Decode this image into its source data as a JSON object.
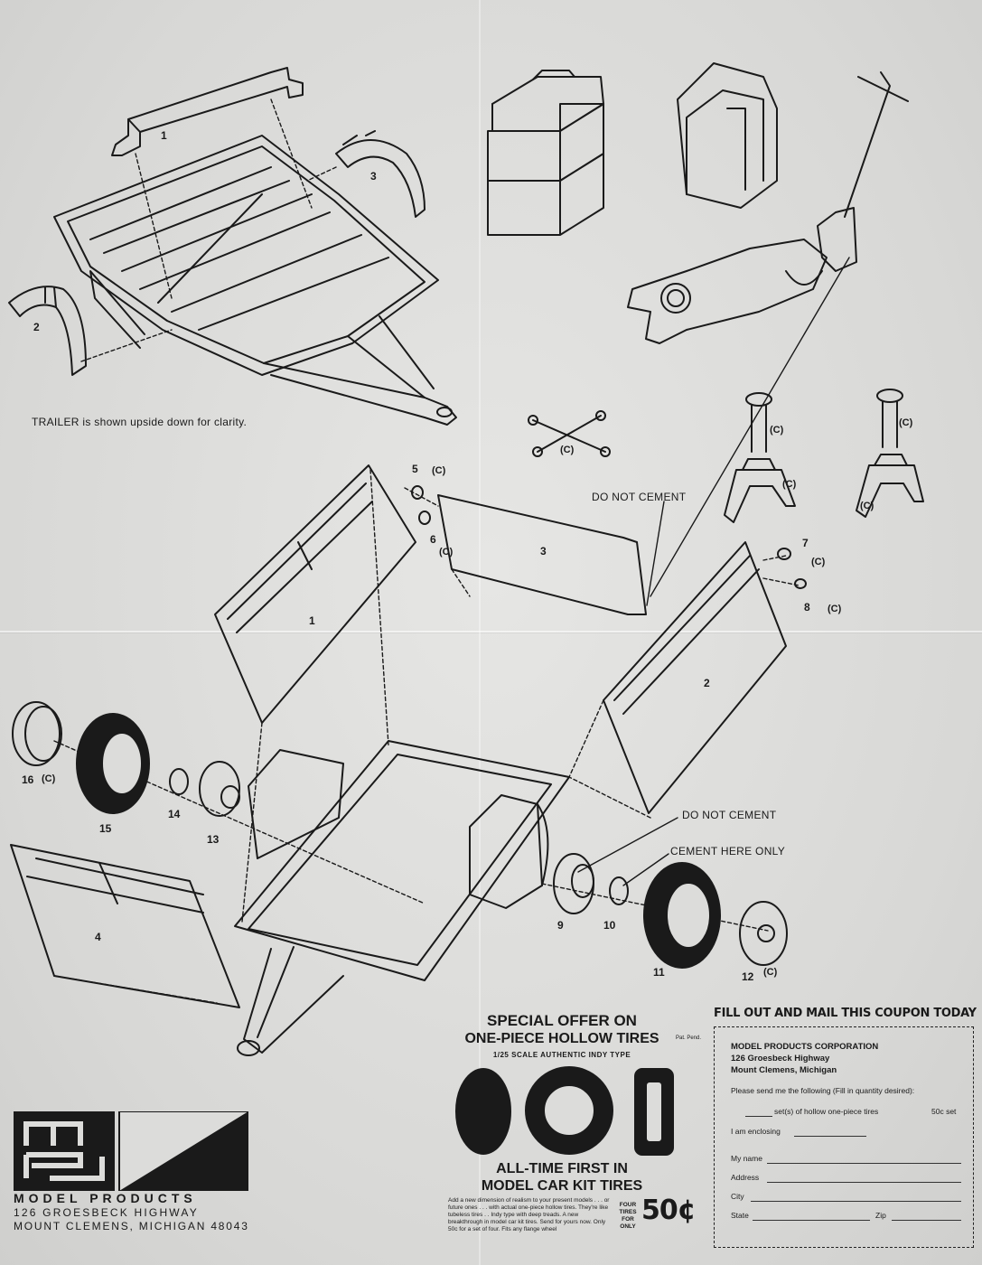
{
  "top_note": "TRAILER is shown upside down for clarity.",
  "callouts": {
    "do_not_cement_1": "DO NOT CEMENT",
    "do_not_cement_2": "DO NOT CEMENT",
    "cement_here_only": "CEMENT HERE ONLY"
  },
  "part_numbers": {
    "top_1": "1",
    "top_2": "2",
    "top_3": "3",
    "p1": "1",
    "p2": "2",
    "p3": "3",
    "p4": "4",
    "p5": "5",
    "p6": "6",
    "p7": "7",
    "p8": "8",
    "p9": "9",
    "p10": "10",
    "p11": "11",
    "p12": "12",
    "p13": "13",
    "p14": "14",
    "p15": "15",
    "p16": "16"
  },
  "chrome_tag": "(C)",
  "offer": {
    "title_line1": "SPECIAL OFFER ON",
    "title_line2": "ONE-PIECE HOLLOW TIRES",
    "pat_pend": "Pat. Pend.",
    "subtitle": "1/25 SCALE AUTHENTIC INDY TYPE",
    "first_line1": "ALL-TIME FIRST IN",
    "first_line2": "MODEL CAR KIT TIRES",
    "body": "Add a new dimension of realism to your present models . . . or future ones . . . with actual one-piece hollow tires. They're like tubeless tires . . Indy type with deep treads. A new breakthrough in model car kit tires. Send for yours now. Only 50c for a set of four. Fits any flange wheel",
    "four_tires": "FOUR TIRES FOR ONLY",
    "price": "50¢"
  },
  "coupon": {
    "heading": "FILL OUT AND MAIL THIS COUPON TODAY",
    "company": "MODEL PRODUCTS CORPORATION",
    "street": "126 Groesbeck Highway",
    "city_state": "Mount Clemens, Michigan",
    "instruction": "Please send me the following (Fill in quantity desired):",
    "item_label": "set(s) of hollow one-piece tires",
    "item_price": "50c set",
    "enclosing": "I am enclosing",
    "name_label": "My name",
    "address_label": "Address",
    "city_label": "City",
    "state_label": "State",
    "zip_label": "Zip"
  },
  "manufacturer": {
    "name": "MODEL PRODUCTS",
    "address1": "126 GROESBECK HIGHWAY",
    "address2": "MOUNT CLEMENS, MICHIGAN 48043"
  },
  "colors": {
    "ink": "#1a1a1a",
    "paper": "#dcdcda"
  }
}
